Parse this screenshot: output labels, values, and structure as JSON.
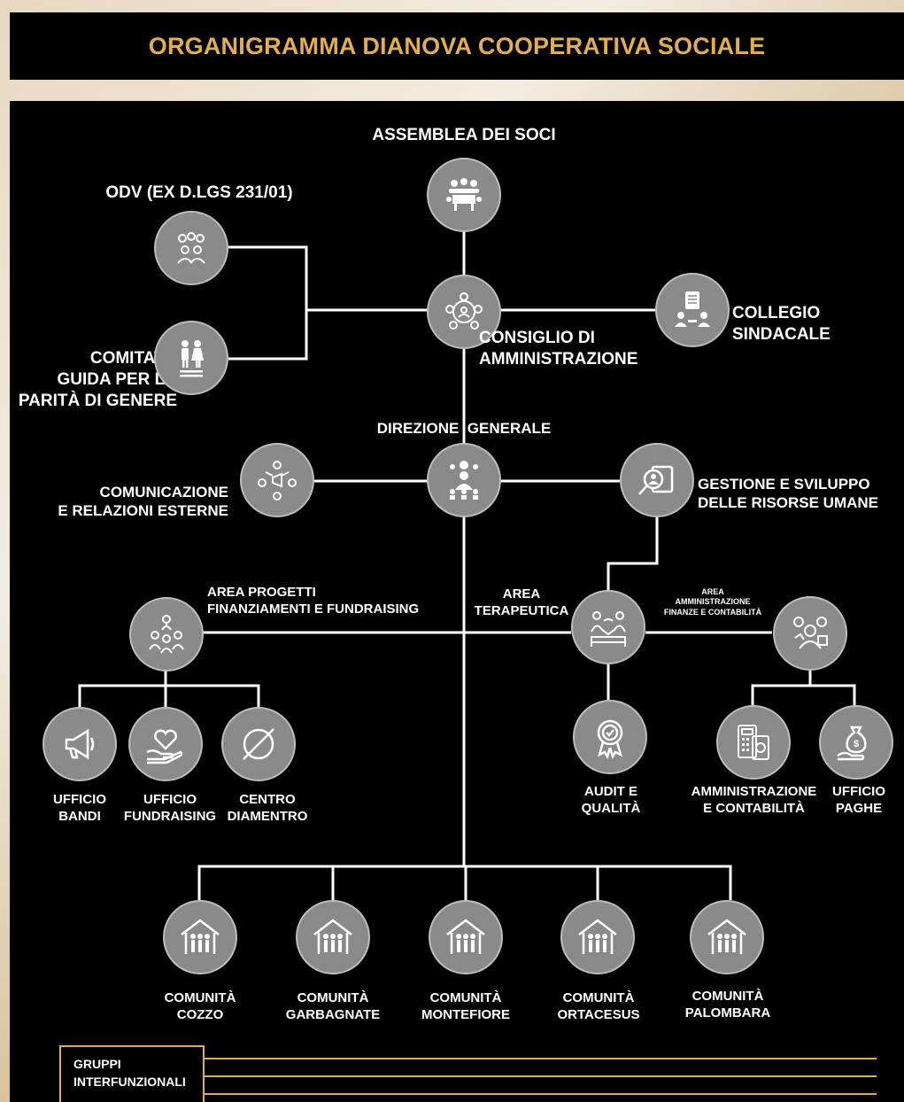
{
  "title": "ORGANIGRAMMA DIANOVA COOPERATIVA SOCIALE",
  "colors": {
    "accent": "#e3ad52",
    "node": "#8a8a8a",
    "line": "#ffffff",
    "background": "#000000"
  },
  "nodes": {
    "assemblea": {
      "label": "ASSEMBLEA DEI SOCI",
      "icon": "meeting-table-icon"
    },
    "odv": {
      "label": "ODV (EX D.LGS 231/01)",
      "icon": "group-people-icon"
    },
    "comitato": {
      "label": "COMITATO\nGUIDA PER LA\nPARITÀ DI GENERE",
      "icon": "gender-equality-icon"
    },
    "consiglio": {
      "label": "CONSIGLIO DI\nAMMINISTRAZIONE",
      "icon": "board-network-icon"
    },
    "collegio": {
      "label": "COLLEGIO\nSINDACALE",
      "icon": "document-people-icon"
    },
    "direzione": {
      "label": "DIREZIONE  GENERALE",
      "icon": "director-gears-icon"
    },
    "comunicazione": {
      "label": "COMUNICAZIONE\nE RELAZIONI ESTERNE",
      "icon": "megaphone-network-icon"
    },
    "risorse_umane": {
      "label": "GESTIONE E SVILUPPO\nDELLE RISORSE UMANE",
      "icon": "search-profile-icon"
    },
    "area_progetti": {
      "label": "AREA PROGETTI\nFINANZIAMENTI E FUNDRAISING",
      "icon": "project-team-icon"
    },
    "area_terapeutica": {
      "label": "AREA\nTERAPEUTICA",
      "icon": "therapy-hands-icon"
    },
    "area_amministrazione": {
      "label": "AREA\nAMMINISTRAZIONE\nFINANZE E CONTABILITÀ",
      "icon": "finance-person-icon"
    },
    "ufficio_bandi": {
      "label": "UFFICIO\nBANDI",
      "icon": "megaphone-icon"
    },
    "ufficio_fundraising": {
      "label": "UFFICIO\nFUNDRAISING",
      "icon": "heart-hand-icon"
    },
    "centro_diamentro": {
      "label": "CENTRO\nDIAMENTRO",
      "icon": "diameter-icon"
    },
    "audit": {
      "label": "AUDIT E\nQUALITÀ",
      "icon": "quality-badge-icon"
    },
    "amministrazione": {
      "label": "AMMINISTRAZIONE\nE CONTABILITÀ",
      "icon": "calculator-document-icon"
    },
    "paghe": {
      "label": "UFFICIO\nPAGHE",
      "icon": "money-bag-hand-icon"
    }
  },
  "comunita": [
    {
      "label": "COMUNITÀ\nCOZZO",
      "icon": "community-house-icon"
    },
    {
      "label": "COMUNITÀ\nGARBAGNATE",
      "icon": "community-house-icon"
    },
    {
      "label": "COMUNITÀ\nMONTEFIORE",
      "icon": "community-house-icon"
    },
    {
      "label": "COMUNITÀ\nORTACESUS",
      "icon": "community-house-icon"
    },
    {
      "label": "COMUNITÀ\nPALOMBARA",
      "icon": "community-house-icon"
    }
  ],
  "gruppi": {
    "label": "GRUPPI\nINTERFUNZIONALI"
  }
}
